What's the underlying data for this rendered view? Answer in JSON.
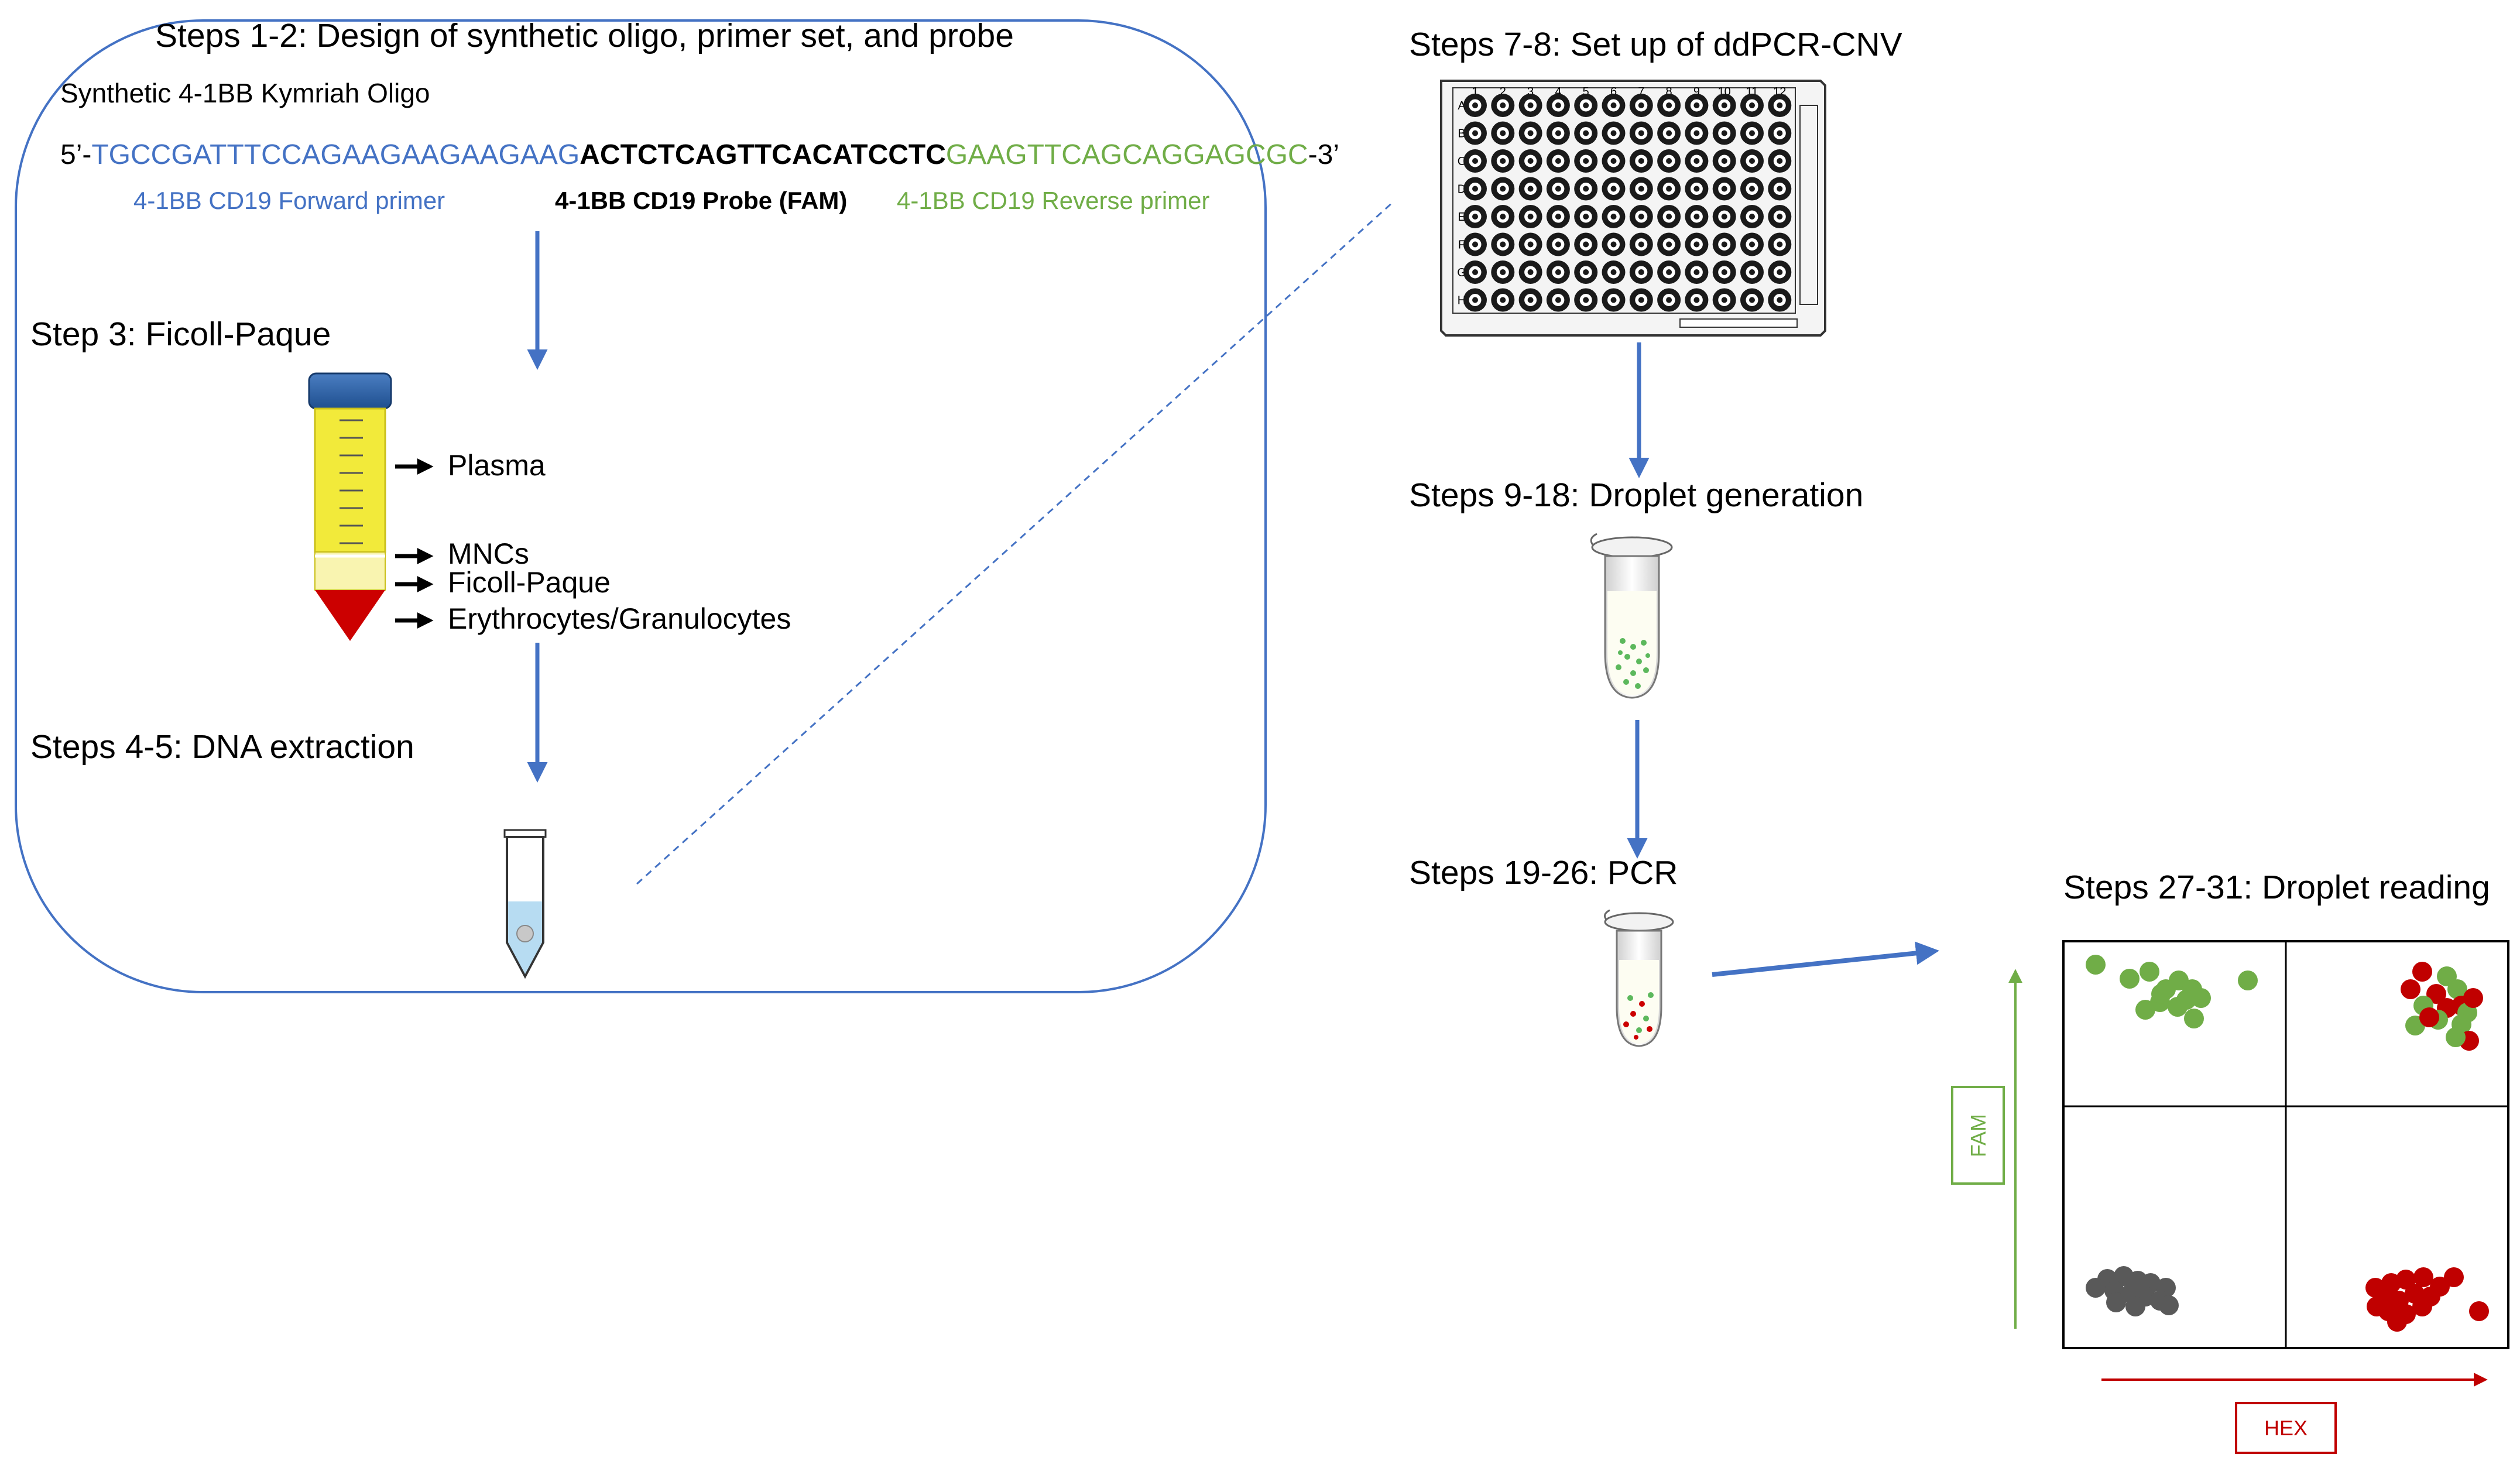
{
  "colors": {
    "blue": "#4472c4",
    "green": "#70ad47",
    "red": "#c00000",
    "dark_red": "#b22222",
    "gray": "#595959",
    "black": "#000000"
  },
  "panel1": {
    "title": "Steps 1-2: Design of synthetic oligo, primer set, and probe",
    "oligo_name": "Synthetic 4-1BB Kymriah Oligo",
    "seq_prefix": "5’-",
    "seq_forward": "TGCCGATTTCCAGAAGAAGAAGAAG",
    "seq_probe": "ACTCTCAGTTCACATCCTC",
    "seq_reverse": "GAAGTTCAGCAGGAGCGC",
    "seq_suffix": "-3’",
    "label_forward": "4-1BB CD19 Forward primer",
    "label_probe": "4-1BB CD19 Probe (FAM)",
    "label_reverse": "4-1BB CD19 Reverse primer",
    "step3_title": "Step 3: Ficoll-Paque",
    "layers": [
      "Plasma",
      "MNCs",
      "Ficoll-Paque",
      "Erythrocytes/Granulocytes"
    ],
    "step45_title": "Steps 4-5: DNA extraction"
  },
  "right": {
    "step78_title": "Steps 7-8: Set up of ddPCR-CNV",
    "plate_cols": [
      "1",
      "2",
      "3",
      "4",
      "5",
      "6",
      "7",
      "8",
      "9",
      "10",
      "11",
      "12"
    ],
    "plate_rows": [
      "A",
      "B",
      "C",
      "D",
      "E",
      "F",
      "G",
      "H"
    ],
    "step918_title": "Steps 9-18: Droplet generation",
    "step1926_title": "Steps 19-26: PCR",
    "step2731_title": "Steps 27-31: Droplet reading",
    "y_axis_label": "FAM",
    "x_axis_label": "HEX"
  }
}
